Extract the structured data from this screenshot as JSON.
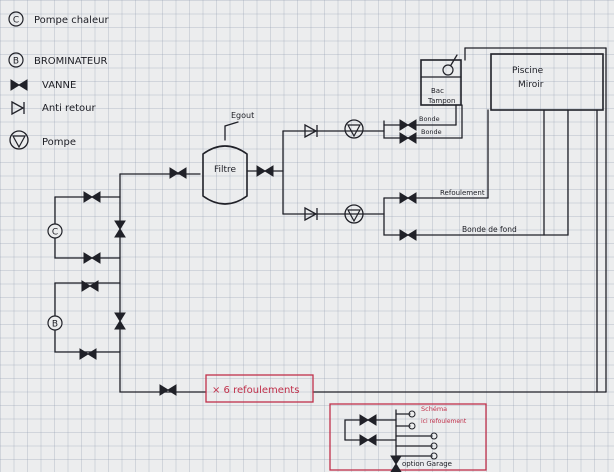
{
  "legend": {
    "pompe_chaleur": "Pompe chaleur",
    "brominateur": "BROMINATEUR",
    "vanne": "VANNE",
    "anti_retour": "Anti retour",
    "pompe": "Pompe"
  },
  "symbols": {
    "c_letter": "C",
    "b_letter": "B"
  },
  "labels": {
    "egout": "Egout",
    "filtre": "Filtre",
    "piscine_1": "Piscine",
    "piscine_2": "Miroir",
    "bac_1": "Bac",
    "bac_2": "Tampon",
    "bonde_1": "Bonde",
    "bonde_2": "Bonde",
    "refoulement_line": "Refoulement",
    "bonde_de_fond": "Bonde de fond",
    "refoulements_box": "× 6 refoulements"
  },
  "option_box": {
    "line1": "Schéma",
    "line2": "ici refoulement",
    "option": "option Garage"
  },
  "colors": {
    "ink": "#202128",
    "paper": "#ecedee",
    "grid": "#b6bcc9",
    "red": "#c0304a"
  }
}
